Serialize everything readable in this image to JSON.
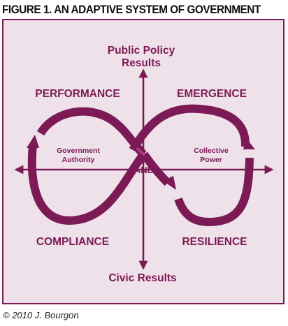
{
  "figure": {
    "title": "FIGURE 1. AN ADAPTIVE SYSTEM OF GOVERNMENT",
    "credit": "© 2010 J. Bourgon"
  },
  "axes": {
    "top": "Public Policy",
    "top_line2": "Results",
    "bottom": "Civic Results"
  },
  "quadrants": {
    "top_left": "PERFORMANCE",
    "top_right": "EMERGENCE",
    "bottom_left": "COMPLIANCE",
    "bottom_right": "RESILIENCE"
  },
  "inner_labels": {
    "left_line1": "Government",
    "left_line2": "Authority",
    "right_line1": "Collective",
    "right_line2": "Power",
    "center": "AND"
  },
  "colors": {
    "accent": "#7c1a55",
    "background": "#efe1ea",
    "frame": "#7c1a55"
  }
}
